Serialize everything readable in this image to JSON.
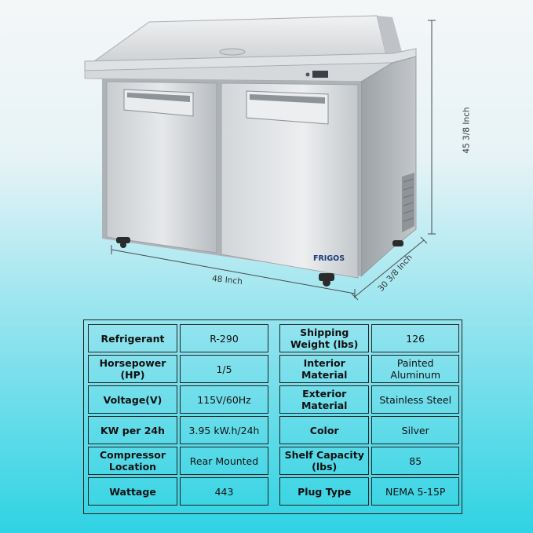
{
  "brand": "FRIGOS",
  "dimensions": {
    "height": "45 3/8 Inch",
    "width": "48 Inch",
    "depth": "30 3/8 Inch"
  },
  "specs_left": [
    {
      "key": "Refrigerant",
      "value": "R-290"
    },
    {
      "key": "Horsepower (HP)",
      "value": "1/5"
    },
    {
      "key": "Voltage(V)",
      "value": "115V/60Hz"
    },
    {
      "key": "KW per 24h",
      "value": "3.95 kW.h/24h"
    },
    {
      "key": "Compressor Location",
      "value": "Rear Mounted"
    },
    {
      "key": "Wattage",
      "value": "443"
    }
  ],
  "specs_right": [
    {
      "key": "Shipping Weight (lbs)",
      "value": "126"
    },
    {
      "key": "Interior Material",
      "value": "Painted Aluminum"
    },
    {
      "key": "Exterior Material",
      "value": "Stainless Steel"
    },
    {
      "key": "Color",
      "value": "Silver"
    },
    {
      "key": "Shelf Capacity (lbs)",
      "value": "85"
    },
    {
      "key": "Plug Type",
      "value": "NEMA 5-15P"
    }
  ]
}
